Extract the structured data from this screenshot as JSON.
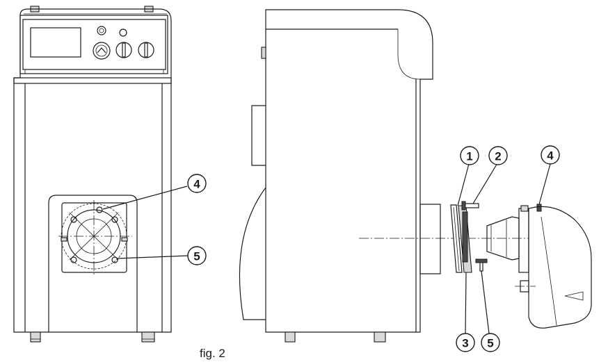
{
  "figure": {
    "caption": "fig. 2"
  },
  "callouts": {
    "front_4": "4",
    "front_5": "5",
    "side_1": "1",
    "side_2": "2",
    "side_3": "3",
    "side_4": "4",
    "side_5": "5"
  }
}
